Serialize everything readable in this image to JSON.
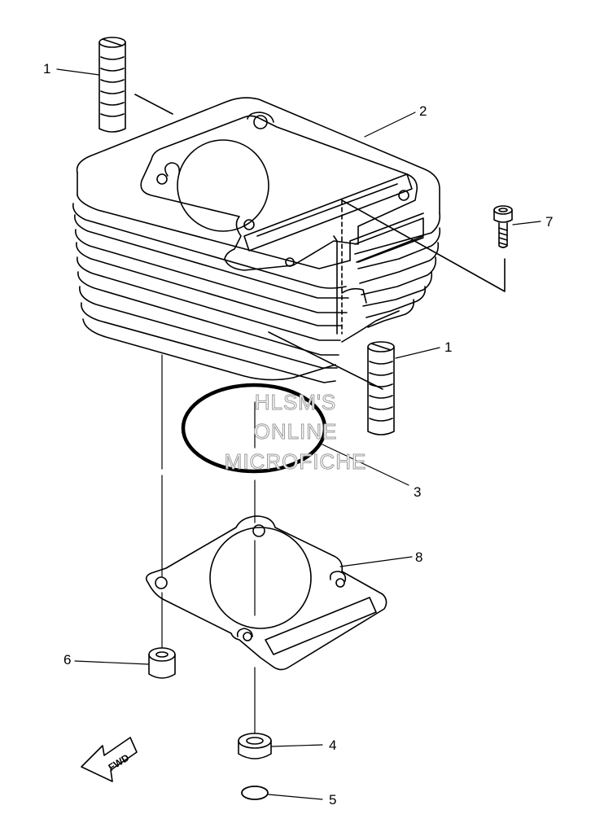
{
  "callouts": {
    "c1a": "1",
    "c2": "2",
    "c7": "7",
    "c1b": "1",
    "c3": "3",
    "c8": "8",
    "c6": "6",
    "c4": "4",
    "c5": "5"
  },
  "watermark": {
    "line1": "HLSM'S",
    "line2": "ONLINE",
    "line3": "MICROFICHE"
  },
  "fwd_label": "FWD"
}
